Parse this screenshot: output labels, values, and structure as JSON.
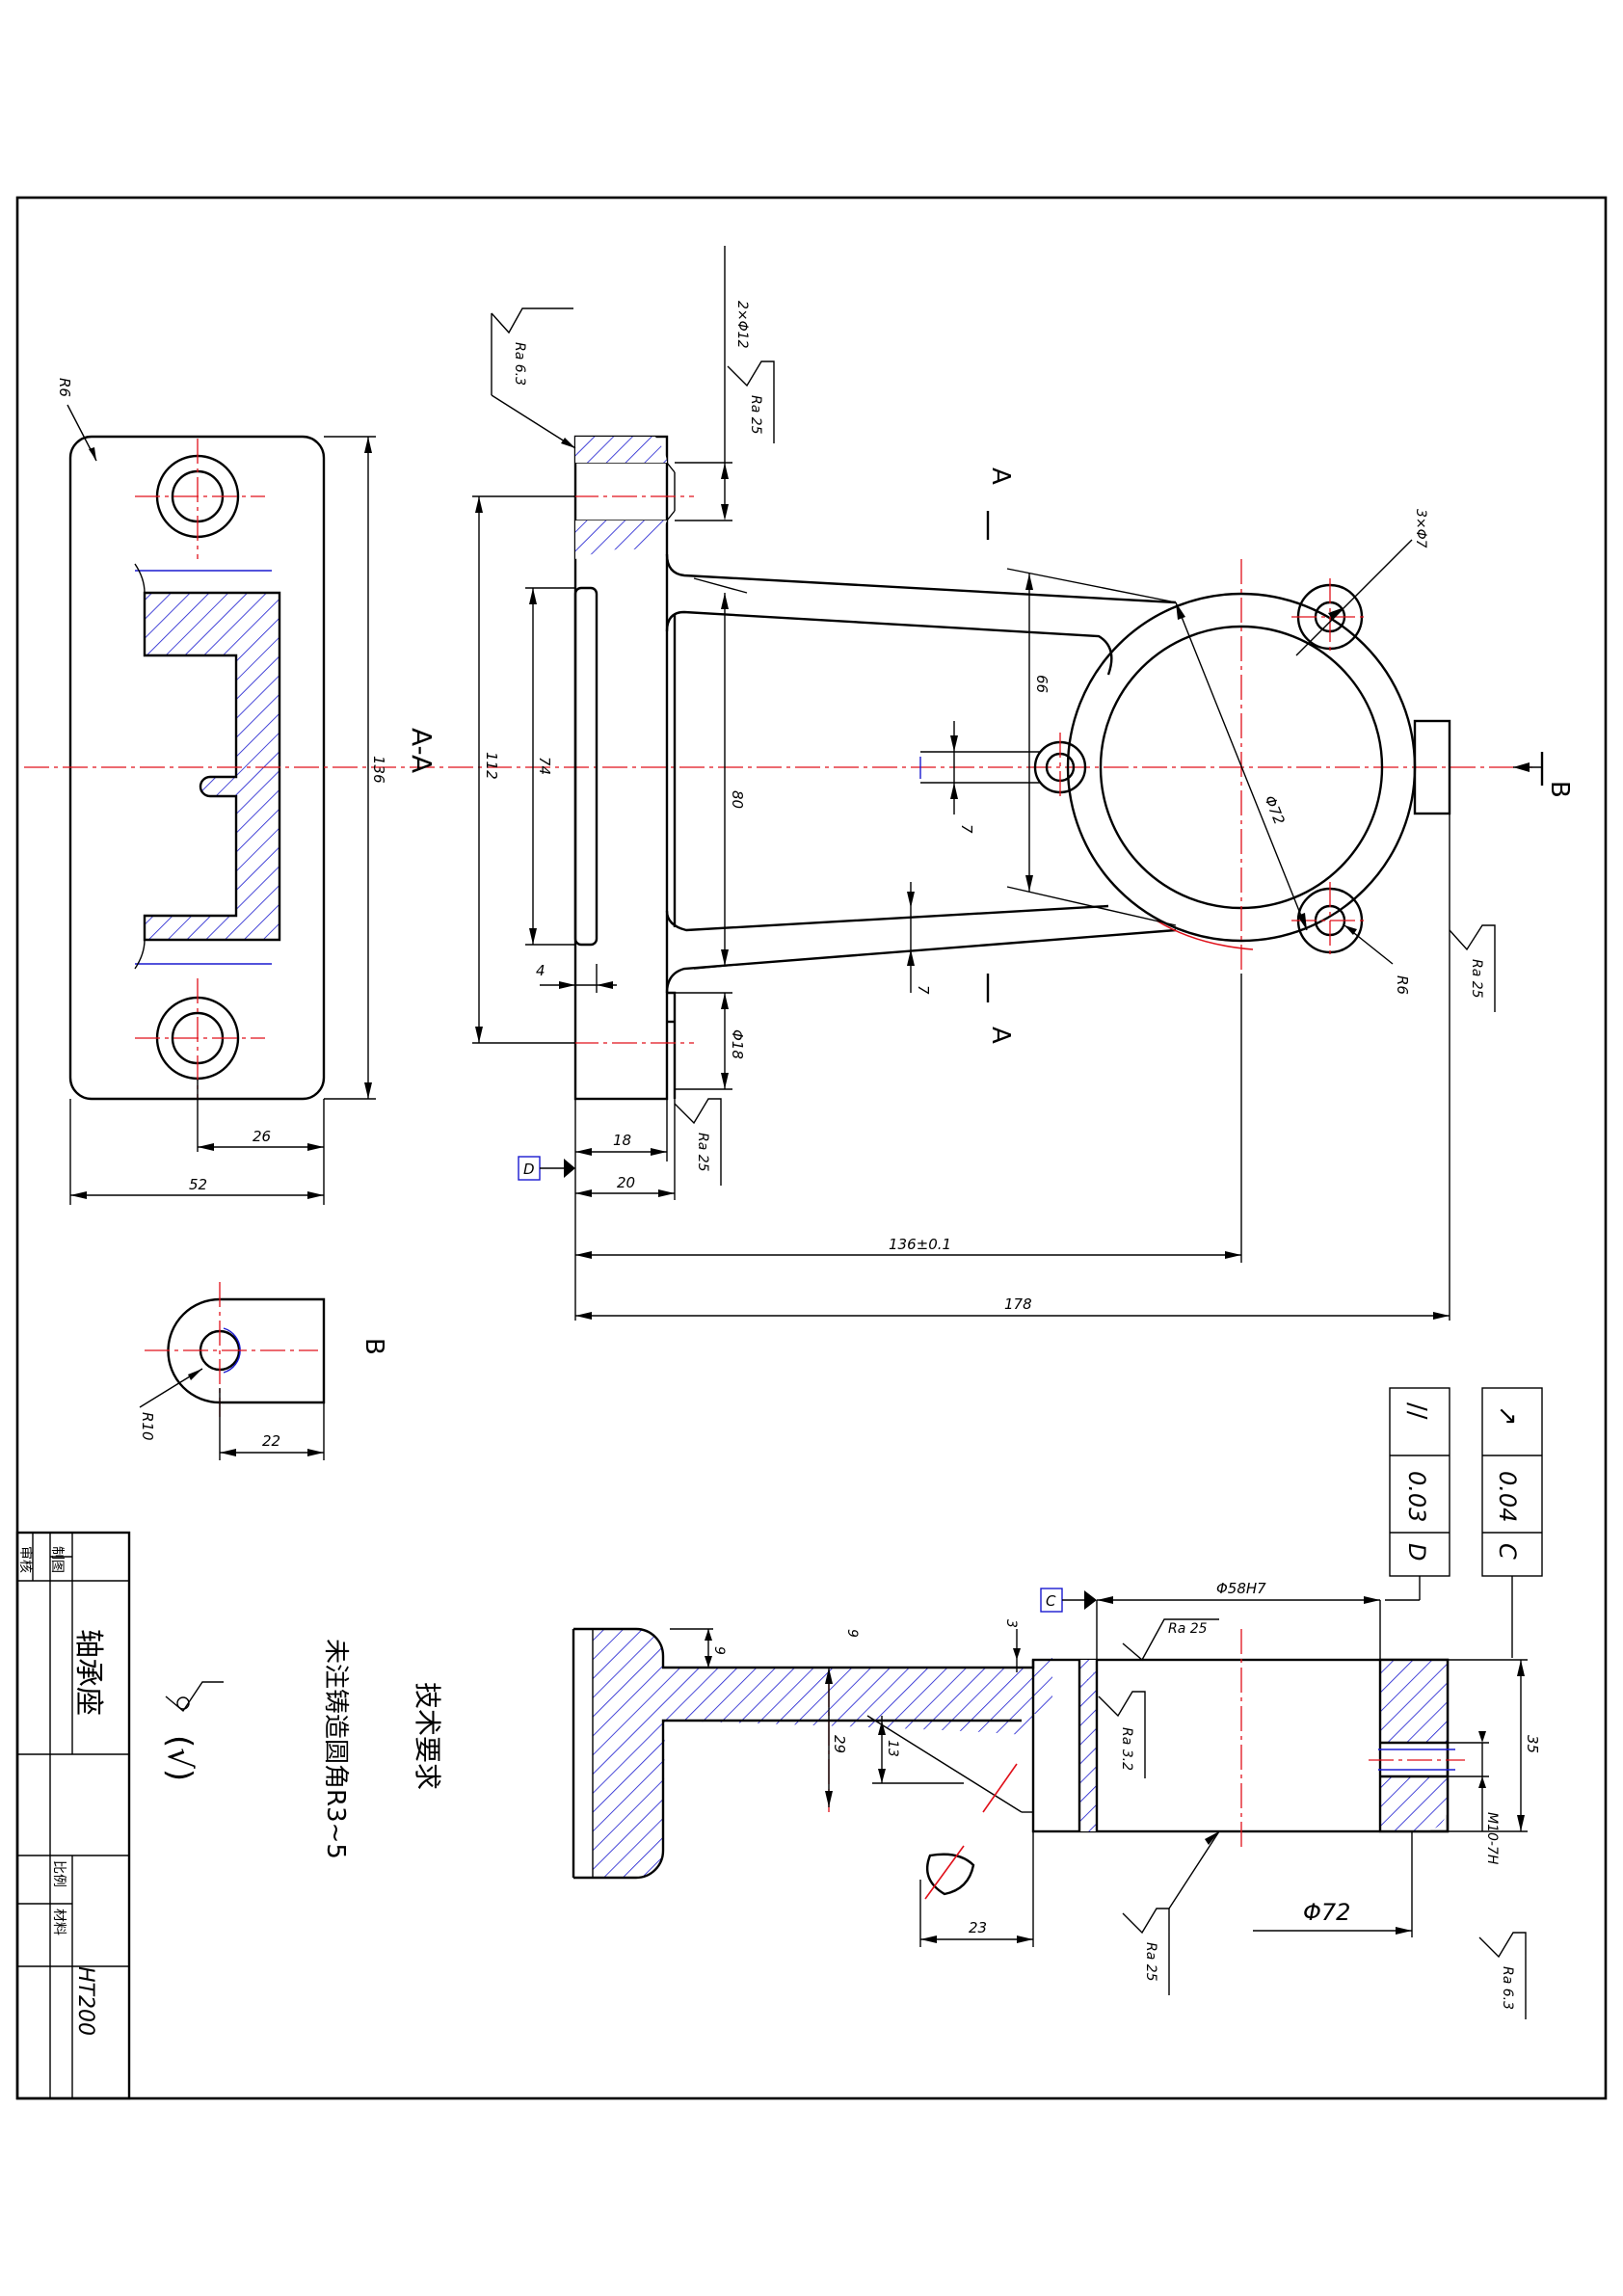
{
  "title_block": {
    "part_name": "轴承座",
    "drawn_label": "制图",
    "checked_label": "审核",
    "scale_label": "比例",
    "material_label": "材料",
    "material": "HT200"
  },
  "views": {
    "section_label": "A-A",
    "view_b_label": "B",
    "cut_letter_a": "A",
    "cut_letter_b": "B"
  },
  "dimensions": {
    "r6_top": "R6",
    "d136": "136",
    "d26": "26",
    "d52": "52",
    "r10": "R10",
    "d22": "22",
    "d2x12": "2×Φ12",
    "d112": "112",
    "d74": "74",
    "d80": "80",
    "d4": "4",
    "d18phi": "Φ18",
    "d18": "18",
    "d20": "20",
    "d136tol": "136±0.1",
    "d178": "178",
    "d66": "66",
    "d7a": "7",
    "d7b": "7",
    "d72phi": "Φ72",
    "d3x7": "3×Φ7",
    "r6_ear": "R6",
    "d58h7": "Φ58H7",
    "d9a": "9",
    "d9b": "9",
    "d3": "3",
    "d29": "29",
    "d13": "13",
    "d23": "23",
    "d35": "35",
    "m10": "M10-7H",
    "d72bot": "Φ72"
  },
  "surface_finish": {
    "ra63_a": "Ra 6.3",
    "ra25_a": "Ra 25",
    "ra25_b": "Ra 25",
    "ra25_c": "Ra 25",
    "ra25_d": "Ra 25",
    "ra32": "Ra 3.2",
    "ra25_e": "Ra 25",
    "ra63_b": "Ra 6.3"
  },
  "datums": {
    "datum_d": "D",
    "datum_c": "C"
  },
  "tolerance_frames": [
    {
      "symbol": "//",
      "value": "0.03",
      "datum": "D"
    },
    {
      "symbol": "↗",
      "value": "0.04",
      "datum": "C"
    }
  ],
  "notes": {
    "heading": "技术要求",
    "casting_fillet": "未注铸造圆角R3~5",
    "rest_finish": "(√)"
  },
  "colors": {
    "outline": "#000000",
    "centerline": "#e0101a",
    "hatch": "#1a1acf"
  }
}
